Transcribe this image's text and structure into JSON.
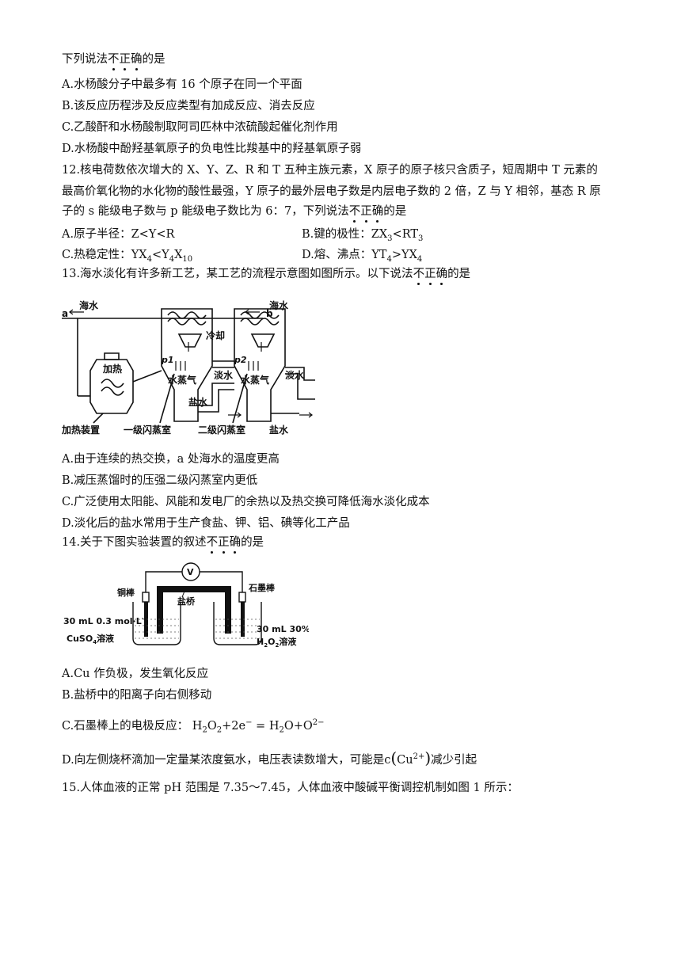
{
  "q11": {
    "stem_pre": "下列说法",
    "stem_dot": "不正确",
    "stem_post": "的是",
    "A": "A.水杨酸分子中最多有 16 个原子在同一个平面",
    "B": "B.该反应历程涉及反应类型有加成反应、消去反应",
    "C": "C.乙酸酐和水杨酸制取阿司匹林中浓硫酸起催化剂作用",
    "D": "D.水杨酸中酚羟基氧原子的负电性比羧基中的羟基氧原子弱"
  },
  "q12": {
    "line1": "12.核电荷数依次增大的 X、Y、Z、R 和 T 五种主族元素，X 原子的原子核只含质子，短周期中 T 元素的",
    "line2": "最高价氧化物的水化物的酸性最强，Y 原子的最外层电子数是内层电子数的 2 倍，Z 与 Y 相邻，基态 R 原",
    "line3_pre": "子的 s 能级电子数与 p 能级电子数比为 6：7，下列说法",
    "line3_dot": "不正确",
    "line3_post": "的是",
    "A": "A.原子半径：Z<Y<R",
    "B_pre": "B.键的极性：",
    "C_pre": "C.热稳定性：",
    "D_pre": "D.熔、沸点："
  },
  "q13": {
    "stem_pre": "13.海水淡化有许多新工艺，某工艺的流程示意图如图所示。以下说法",
    "stem_dot": "不正确",
    "stem_post": "的是",
    "fig": {
      "seawater_a": "海水",
      "a": "a",
      "seawater_b": "海水",
      "b": "b",
      "heat": "加热",
      "cool": "冷却",
      "p1": "p1",
      "p2": "p2",
      "fresh1": "淡水",
      "fresh2": "淡水",
      "steam1": "水蒸气",
      "steam2": "水蒸气",
      "brine1": "盐水",
      "brine2": "盐水",
      "heater": "加热装置",
      "stage1": "一级闪蒸室",
      "stage2": "二级闪蒸室"
    },
    "A": "A.由于连续的热交换，a 处海水的温度更高",
    "B": "B.减压蒸馏时的压强二级闪蒸室内更低",
    "C": "C.广泛使用太阳能、风能和发电厂的余热以及热交换可降低海水淡化成本",
    "D": "D.淡化后的盐水常用于生产食盐、钾、铝、碘等化工产品"
  },
  "q14": {
    "stem_pre": "14.关于下图实验装置的叙述",
    "stem_dot": "不正确",
    "stem_post": "的是",
    "fig": {
      "voltmeter": "V",
      "copper_rod": "铜棒",
      "salt_bridge": "盐桥",
      "graphite_rod": "石墨棒",
      "left_conc": "30 mL 0.3 mol·L",
      "left_sol": "CuSO",
      "left_sol_tail": "溶液",
      "right_conc": "30 mL 30%",
      "right_sol": "H",
      "right_sol_tail": "溶液"
    },
    "A": "A.Cu 作负极，发生氧化反应",
    "B": "B.盐桥中的阳离子向右侧移动",
    "C_pre": "C.石墨棒上的电极反应：",
    "D_pre": "D.向左侧烧杯滴加一定量某浓度氨水，电压表读数增大，可能是",
    "D_post": "减少引起"
  },
  "q15": {
    "line1": "15.人体血液的正常 pH 范围是 7.35～7.45，人体血液中酸碱平衡调控机制如图 1 所示："
  }
}
